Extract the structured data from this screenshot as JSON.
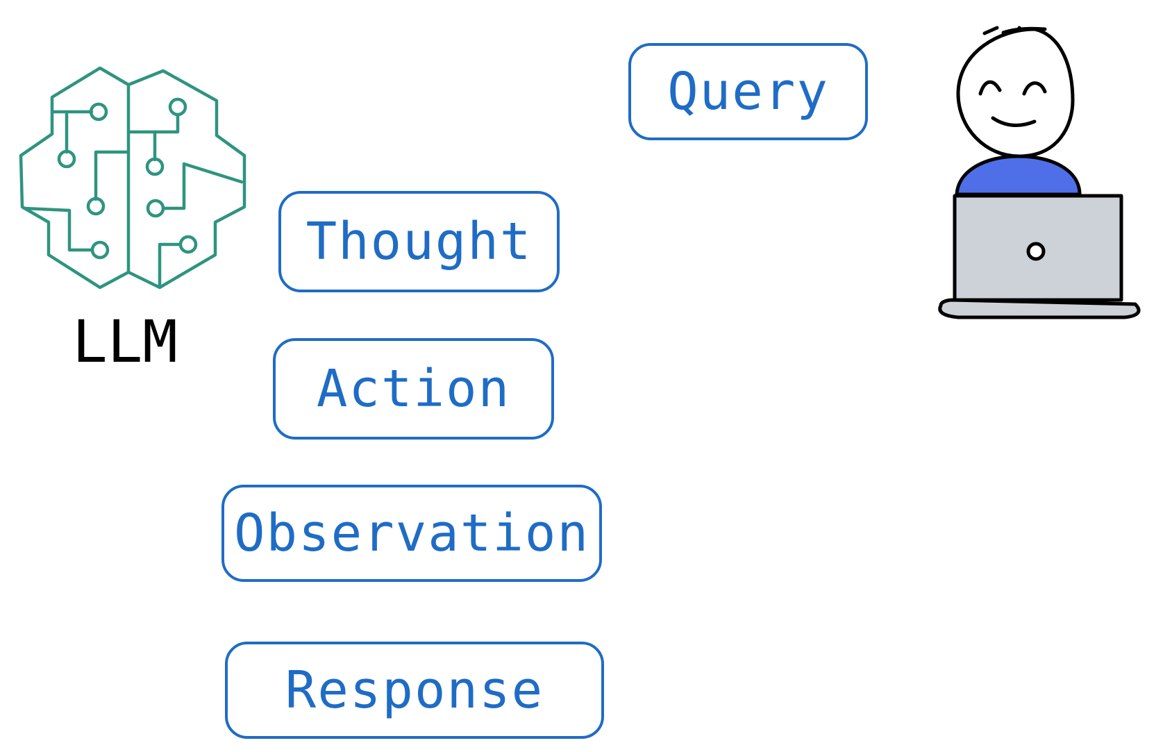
{
  "diagram": {
    "llm": {
      "label": "LLM",
      "icon": "brain-circuit-icon",
      "icon_color": "#2e9480"
    },
    "user": {
      "icon": "person-at-laptop-icon",
      "shirt_color": "#4f6fe8",
      "laptop_color": "#cdd1d8"
    },
    "steps": {
      "query": "Query",
      "thought": "Thought",
      "action": "Action",
      "observation": "Observation",
      "response": "Response"
    },
    "box_color": "#1f6cc6"
  }
}
